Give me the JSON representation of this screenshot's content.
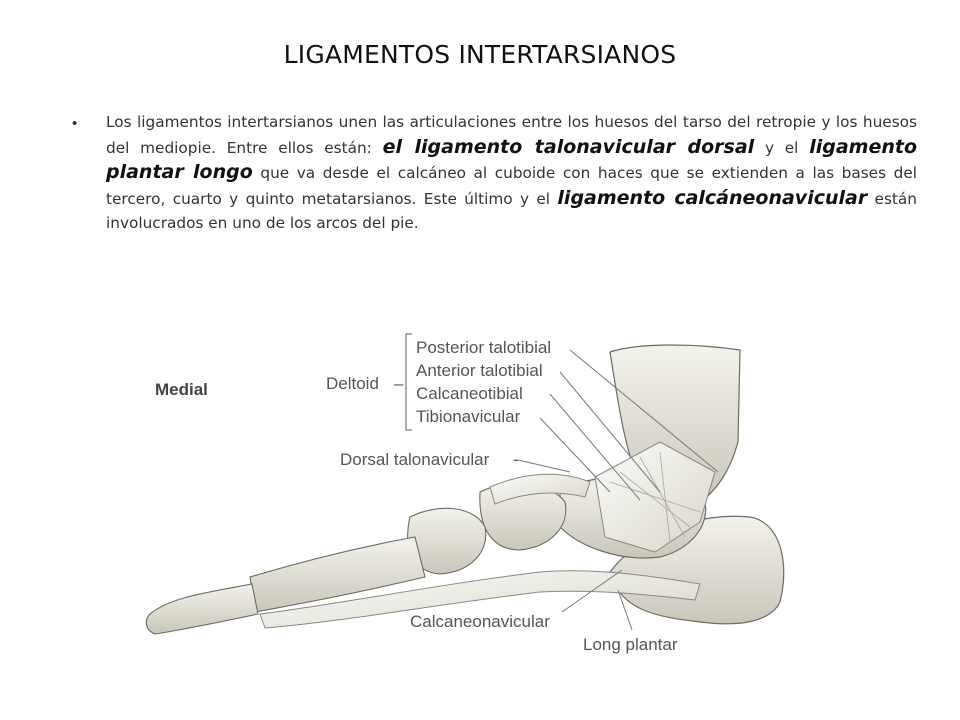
{
  "slide": {
    "title": "LIGAMENTOS INTERTARSIANOS",
    "bullet_marker": "•",
    "paragraph": [
      {
        "text": "Los ligamentos intertarsianos unen las articulaciones entre los huesos del tarso del retropie y los huesos del mediopie. Entre ellos están: ",
        "em": false
      },
      {
        "text": "el ligamento talonavicular dorsal",
        "em": true
      },
      {
        "text": " y el ",
        "em": false
      },
      {
        "text": "ligamento plantar longo",
        "em": true
      },
      {
        "text": " que va desde el calcáneo al cuboide con haces que se extienden a las bases del tercero, cuarto y quinto metatarsianos. Este último y el ",
        "em": false
      },
      {
        "text": "ligamento calcáneonavicular",
        "em": true
      },
      {
        "text": " están involucrados en uno de los arcos del pie.",
        "em": false
      }
    ]
  },
  "figure": {
    "view_label": "Medial",
    "group_label": "Deltoid",
    "group_dash": "–",
    "deltoid_items": [
      "Posterior talotibial",
      "Anterior talotibial",
      "Calcaneotibial",
      "Tibionavicular"
    ],
    "dorsal_label": "Dorsal talonavicular",
    "dorsal_dash": "-",
    "calcaneo_label": "Calcaneonavicular",
    "long_plantar_label": "Long plantar",
    "colors": {
      "bone": "#e8e6dc",
      "bone_shadow": "#b9b7aa",
      "ligament": "#f4f3ee",
      "outline": "#6d6b62",
      "leader": "#777777"
    }
  }
}
